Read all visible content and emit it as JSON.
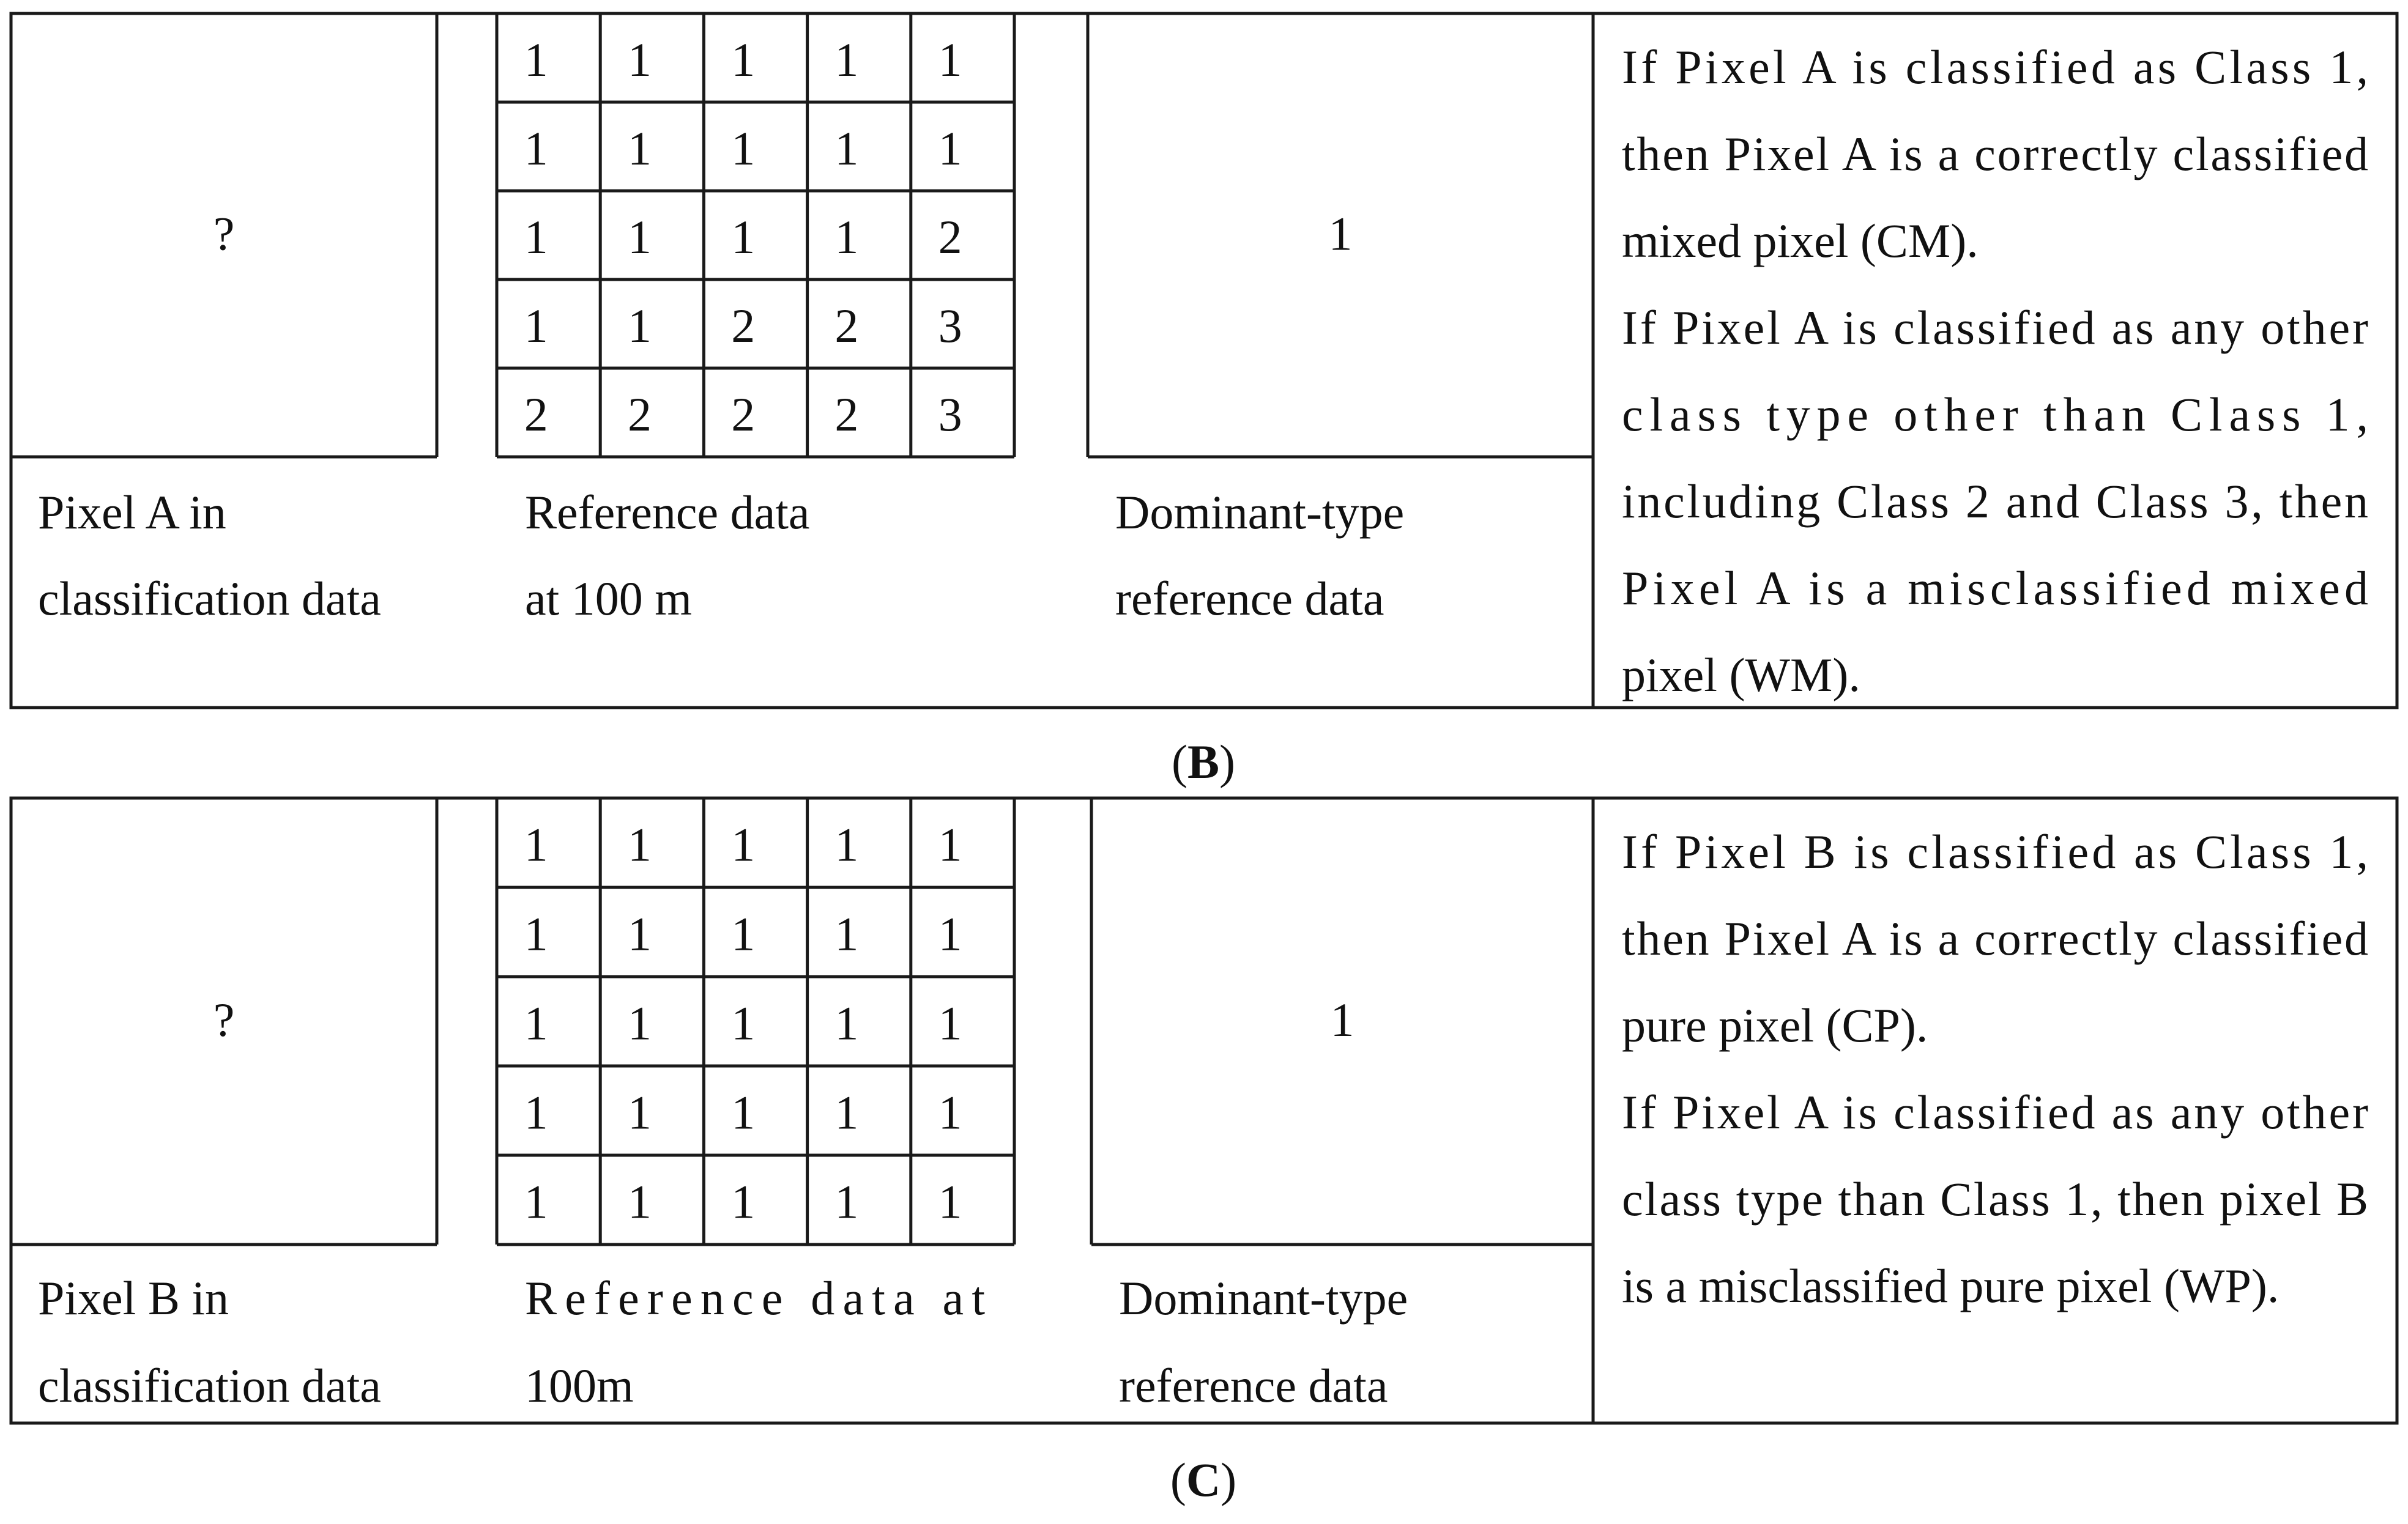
{
  "panels": [
    {
      "id": "B",
      "caption_letter": "B",
      "classified_value": "?",
      "classified_label": [
        "Pixel A in",
        "classification data"
      ],
      "reference_grid": [
        [
          "1",
          "1",
          "1",
          "1",
          "1"
        ],
        [
          "1",
          "1",
          "1",
          "1",
          "1"
        ],
        [
          "1",
          "1",
          "1",
          "1",
          "2"
        ],
        [
          "1",
          "1",
          "2",
          "2",
          "3"
        ],
        [
          "2",
          "2",
          "2",
          "2",
          "3"
        ]
      ],
      "reference_label": [
        "Reference data",
        "at 100 m"
      ],
      "dominant_value": "1",
      "dominant_label": [
        "Dominant-type",
        "reference data"
      ],
      "description_lines": [
        "If Pixel A is classified as Class 1,",
        "then Pixel A is a correctly classified",
        "mixed pixel (CM).",
        "If Pixel A is classified as any other",
        "class type other than Class 1,",
        "including Class 2 and Class 3, then",
        "Pixel A is a misclassified mixed",
        "pixel (WM)."
      ]
    },
    {
      "id": "C",
      "caption_letter": "C",
      "classified_value": "?",
      "classified_label": [
        "Pixel B in",
        "classification data"
      ],
      "reference_grid": [
        [
          "1",
          "1",
          "1",
          "1",
          "1"
        ],
        [
          "1",
          "1",
          "1",
          "1",
          "1"
        ],
        [
          "1",
          "1",
          "1",
          "1",
          "1"
        ],
        [
          "1",
          "1",
          "1",
          "1",
          "1"
        ],
        [
          "1",
          "1",
          "1",
          "1",
          "1"
        ]
      ],
      "reference_label": [
        "Reference data at",
        "100m"
      ],
      "dominant_value": "1",
      "dominant_label": [
        "Dominant-type",
        "reference data"
      ],
      "description_lines": [
        "If Pixel B is classified as Class 1,",
        "then Pixel A is a correctly classified",
        "pure pixel (CP).",
        "If Pixel A is classified as any other",
        "class type than Class 1, then pixel B",
        "is a misclassified pure pixel (WP)."
      ]
    }
  ]
}
